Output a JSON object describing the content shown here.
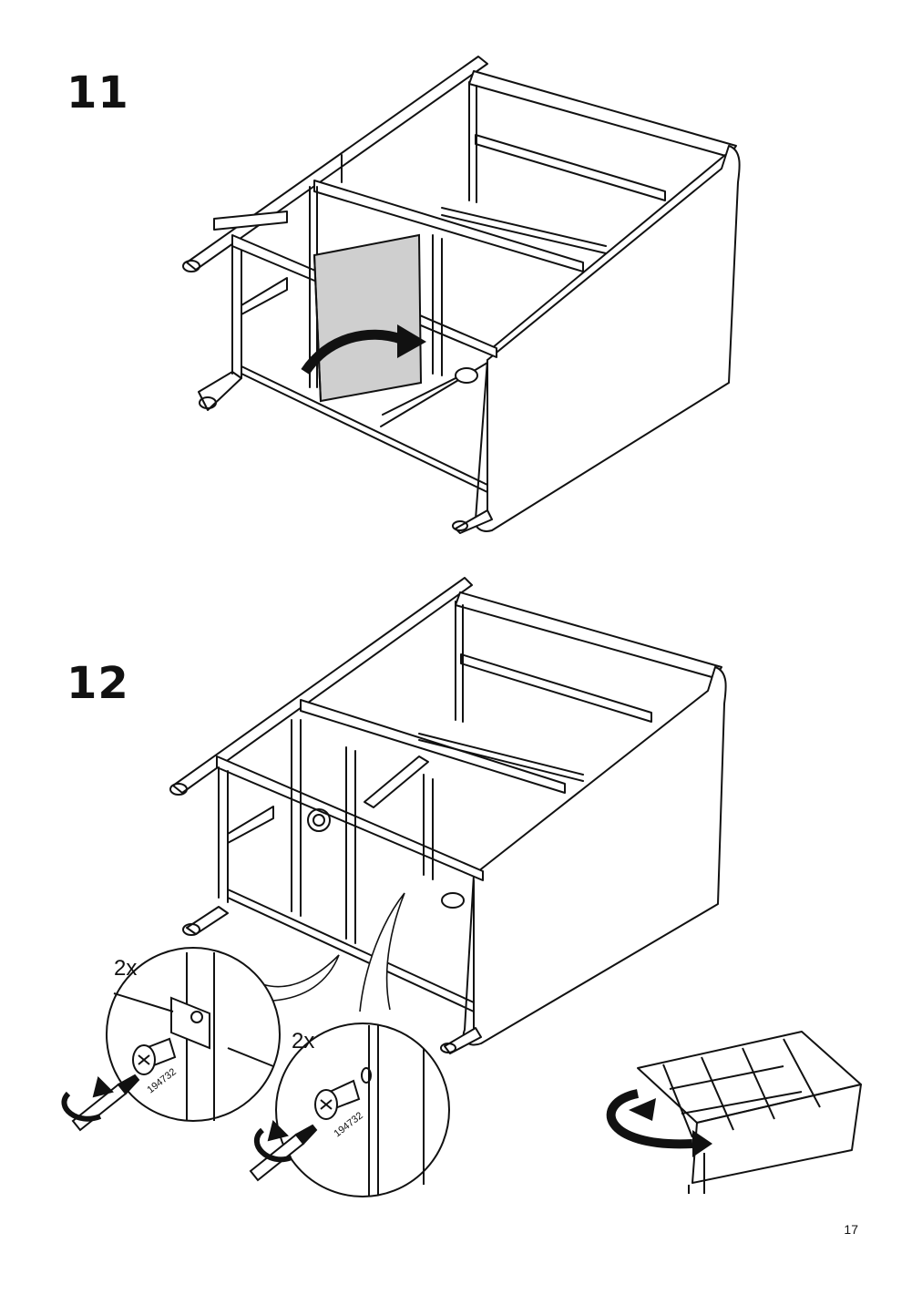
{
  "steps": [
    {
      "number": "11"
    },
    {
      "number": "12",
      "callouts": [
        {
          "quantity": "2x",
          "part_number": "194732"
        },
        {
          "quantity": "2x",
          "part_number": "194732"
        }
      ]
    }
  ],
  "page_number": "17",
  "icons": [
    "rotate-arrow-icon",
    "screwdriver-icon",
    "screw-icon",
    "flip-over-icon"
  ]
}
